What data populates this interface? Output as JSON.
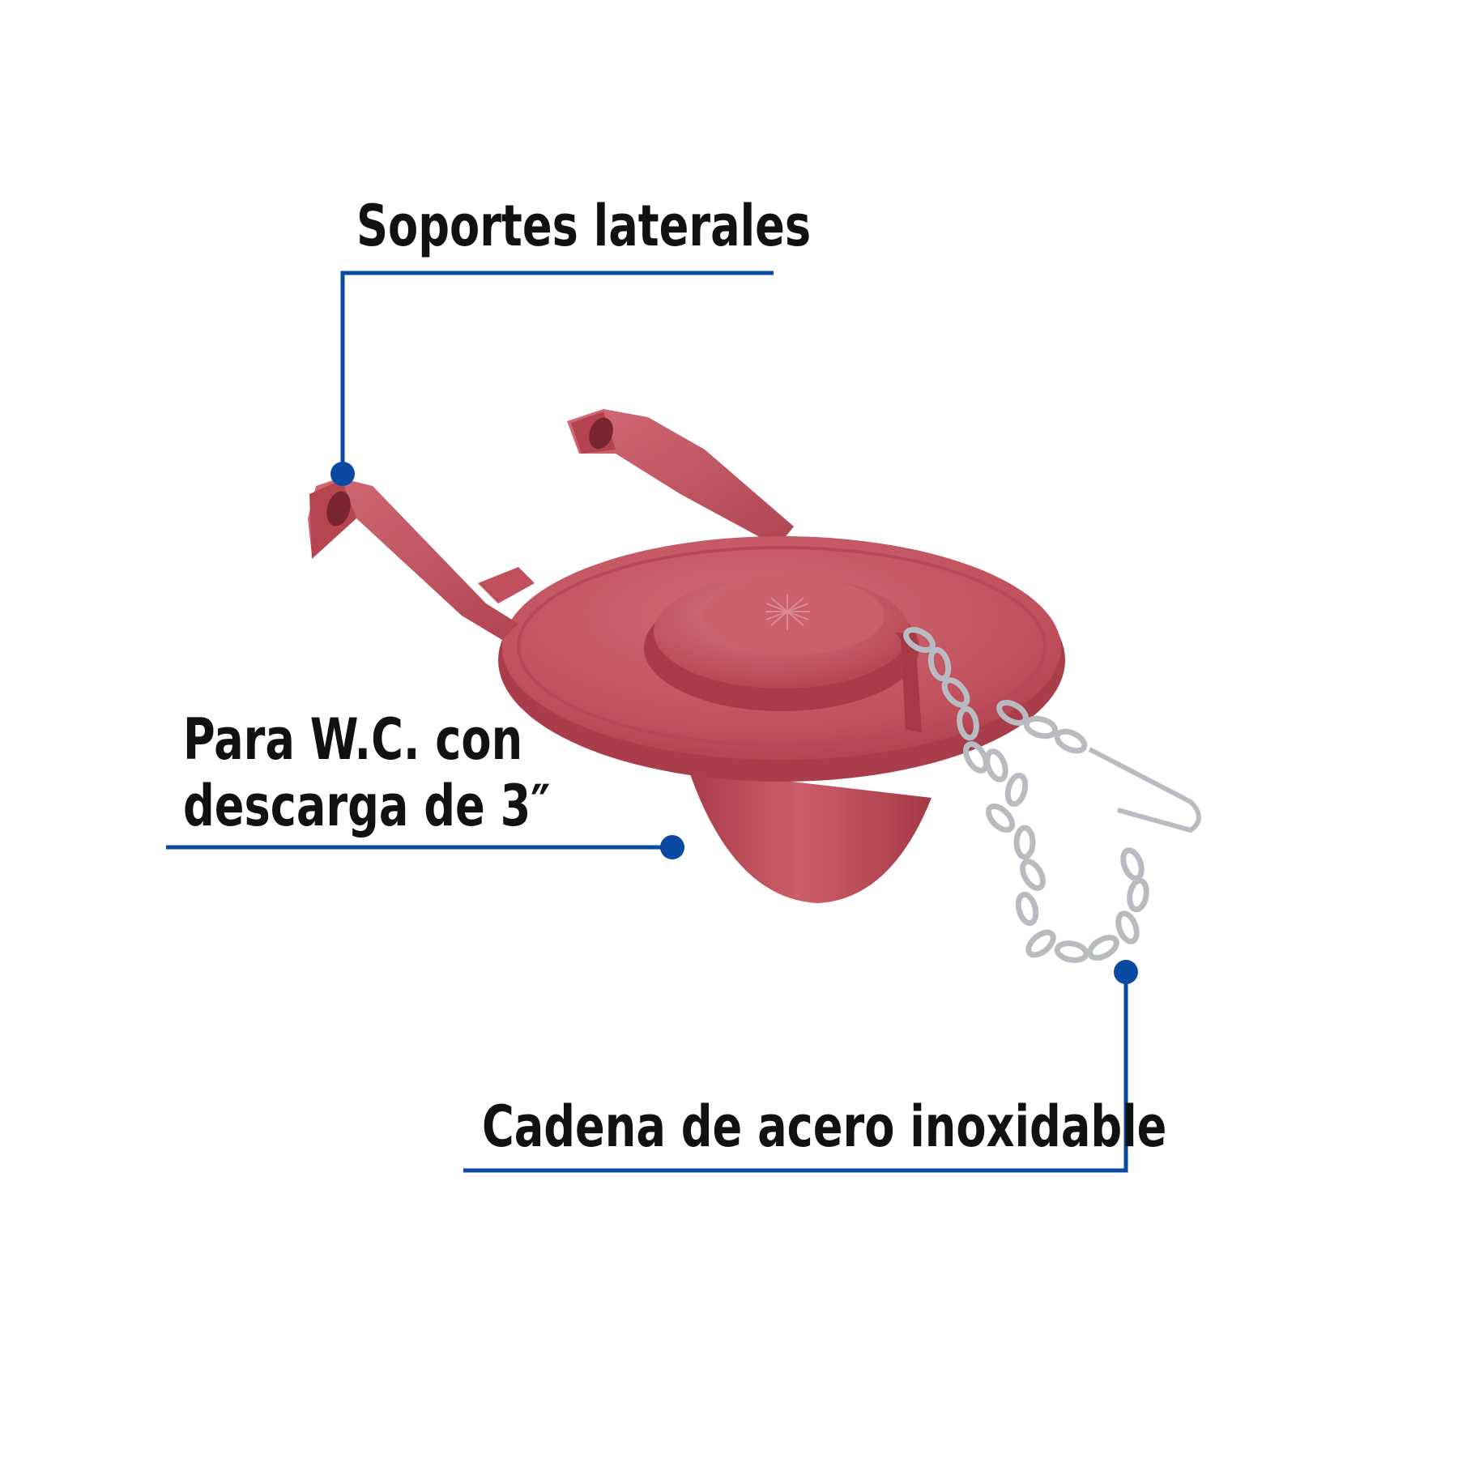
{
  "callouts": {
    "side_supports": {
      "text": "Soportes laterales"
    },
    "wc_discharge": {
      "line1": "Para W.C. con",
      "line2": "descarga de 3″"
    },
    "steel_chain": {
      "text": "Cadena de acero inoxidable"
    }
  },
  "colors": {
    "callout_line": "#0b4aa2",
    "product_red": "#c2505c",
    "chain_steel": "#b8bcc2",
    "background": "#ffffff"
  }
}
